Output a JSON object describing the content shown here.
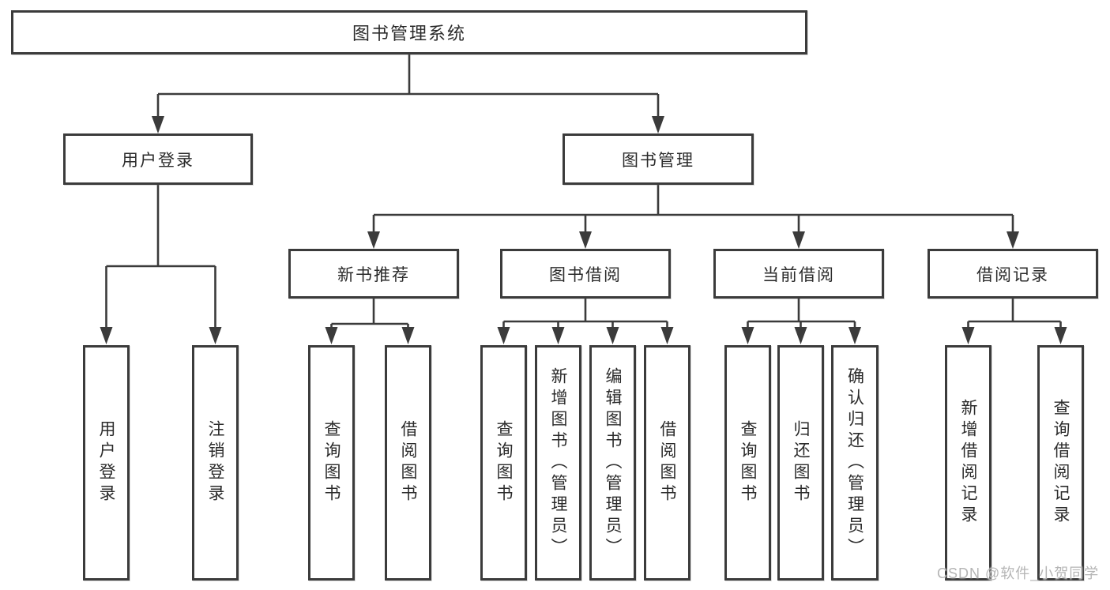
{
  "colors": {
    "line": "#3b3b3b",
    "box_border": "#3b3b3b",
    "text": "#2b2b2b",
    "watermark": "#b5b5b5",
    "background": "#ffffff"
  },
  "watermark": "CSDN @软件_小贺同学",
  "tree": {
    "label": "图书管理系统",
    "children": [
      {
        "label": "用户登录",
        "children": [
          {
            "label": "用户登录"
          },
          {
            "label": "注销登录"
          }
        ]
      },
      {
        "label": "图书管理",
        "children": [
          {
            "label": "新书推荐",
            "children": [
              {
                "label": "查询图书"
              },
              {
                "label": "借阅图书"
              }
            ]
          },
          {
            "label": "图书借阅",
            "children": [
              {
                "label": "查询图书"
              },
              {
                "label": "新增图书（管理员）"
              },
              {
                "label": "编辑图书（管理员）"
              },
              {
                "label": "借阅图书"
              }
            ]
          },
          {
            "label": "当前借阅",
            "children": [
              {
                "label": "查询图书"
              },
              {
                "label": "归还图书"
              },
              {
                "label": "确认归还（管理员）"
              }
            ]
          },
          {
            "label": "借阅记录",
            "children": [
              {
                "label": "新增借阅记录"
              },
              {
                "label": "查询借阅记录"
              }
            ]
          }
        ]
      }
    ]
  }
}
